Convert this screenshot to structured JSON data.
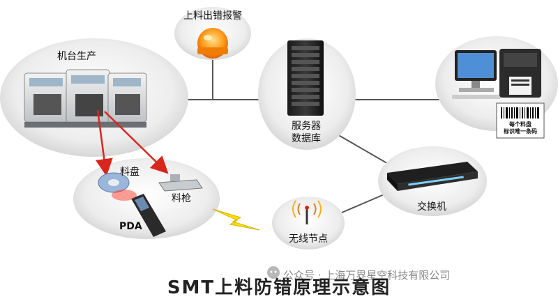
{
  "diagram": {
    "title": "SMT上料防错原理示意图",
    "watermark": "公众号 · 上海万界星空科技有限公司",
    "nodes": {
      "machine": {
        "label": "机台生产"
      },
      "alarm": {
        "label": "上料出错报警"
      },
      "server": {
        "label_line1": "服务器",
        "label_line2": "数据库"
      },
      "printer": {
        "tag_line1": "每个料盘",
        "tag_line2": "标识唯一条码"
      },
      "switch": {
        "label": "交换机"
      },
      "wireless": {
        "label": "无线节点"
      },
      "pda": {
        "reel_label": "料盘",
        "gun_label": "料枪",
        "device_label": "PDA"
      }
    }
  }
}
